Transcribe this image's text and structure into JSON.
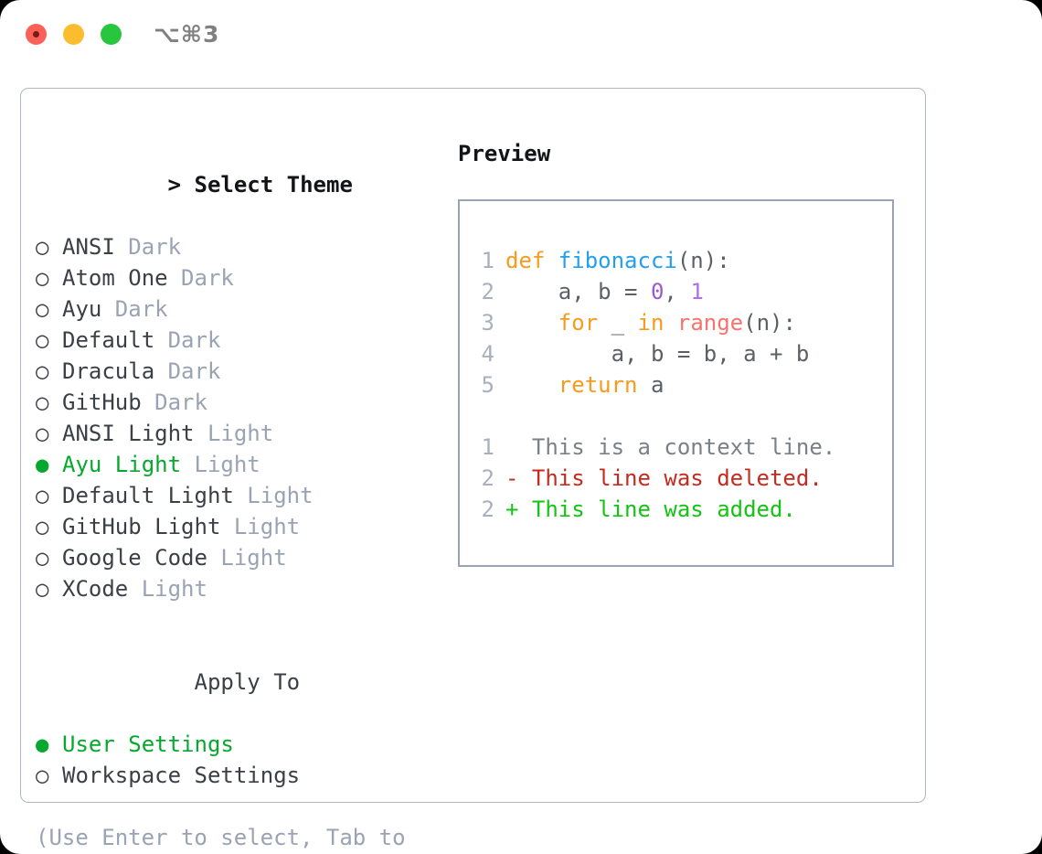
{
  "window": {
    "shortcut": "⌥⌘3",
    "traffic_lights": [
      "close-dot",
      "minimize-dot",
      "maximize-dot"
    ],
    "colors": {
      "close": "#fa6159",
      "minimize": "#fbbd2e",
      "maximize": "#28c63f",
      "accent_green": "#06a82f",
      "dim_text": "#9aa3b4",
      "panel_border": "#aeb6c2",
      "preview_border": "#9aa3b4"
    }
  },
  "theme_section": {
    "header_marker": ">",
    "header": "Select Theme",
    "unselected_marker": "○",
    "selected_marker": "●",
    "items": [
      {
        "name": "ANSI",
        "variant": "Dark",
        "selected": false
      },
      {
        "name": "Atom One",
        "variant": "Dark",
        "selected": false
      },
      {
        "name": "Ayu",
        "variant": "Dark",
        "selected": false
      },
      {
        "name": "Default",
        "variant": "Dark",
        "selected": false
      },
      {
        "name": "Dracula",
        "variant": "Dark",
        "selected": false
      },
      {
        "name": "GitHub",
        "variant": "Dark",
        "selected": false
      },
      {
        "name": "ANSI Light",
        "variant": "Light",
        "selected": false
      },
      {
        "name": "Ayu Light",
        "variant": "Light",
        "selected": true
      },
      {
        "name": "Default Light",
        "variant": "Light",
        "selected": false
      },
      {
        "name": "GitHub Light",
        "variant": "Light",
        "selected": false
      },
      {
        "name": "Google Code",
        "variant": "Light",
        "selected": false
      },
      {
        "name": "XCode",
        "variant": "Light",
        "selected": false
      }
    ]
  },
  "apply_to_section": {
    "header": "Apply To",
    "items": [
      {
        "name": "User Settings",
        "selected": true
      },
      {
        "name": "Workspace Settings",
        "selected": false
      }
    ]
  },
  "hint": "(Use Enter to select, Tab to change focus)",
  "preview": {
    "title": "Preview",
    "code_lines": [
      {
        "number": "1",
        "tokens": [
          {
            "text": "def ",
            "kind": "kw"
          },
          {
            "text": "fibonacci",
            "kind": "fn"
          },
          {
            "text": "(n):",
            "kind": "punct"
          }
        ]
      },
      {
        "number": "2",
        "tokens": [
          {
            "text": "    a, b = ",
            "kind": "ident"
          },
          {
            "text": "0",
            "kind": "num"
          },
          {
            "text": ", ",
            "kind": "ident"
          },
          {
            "text": "1",
            "kind": "num2"
          }
        ]
      },
      {
        "number": "3",
        "tokens": [
          {
            "text": "    ",
            "kind": "ident"
          },
          {
            "text": "for",
            "kind": "kw"
          },
          {
            "text": " _ ",
            "kind": "ident"
          },
          {
            "text": "in",
            "kind": "kw"
          },
          {
            "text": " ",
            "kind": "ident"
          },
          {
            "text": "range",
            "kind": "builtin"
          },
          {
            "text": "(n):",
            "kind": "punct"
          }
        ]
      },
      {
        "number": "4",
        "tokens": [
          {
            "text": "        a, b = b, a + b",
            "kind": "ident"
          }
        ]
      },
      {
        "number": "5",
        "tokens": [
          {
            "text": "    ",
            "kind": "ident"
          },
          {
            "text": "return",
            "kind": "kw"
          },
          {
            "text": " a",
            "kind": "ident"
          }
        ]
      }
    ],
    "diff_lines": [
      {
        "number": "1",
        "sign": " ",
        "text": "This is a context line.",
        "kind": "ctx"
      },
      {
        "number": "2",
        "sign": "-",
        "text": "This line was deleted.",
        "kind": "del"
      },
      {
        "number": "2",
        "sign": "+",
        "text": "This line was added.",
        "kind": "add"
      }
    ]
  }
}
